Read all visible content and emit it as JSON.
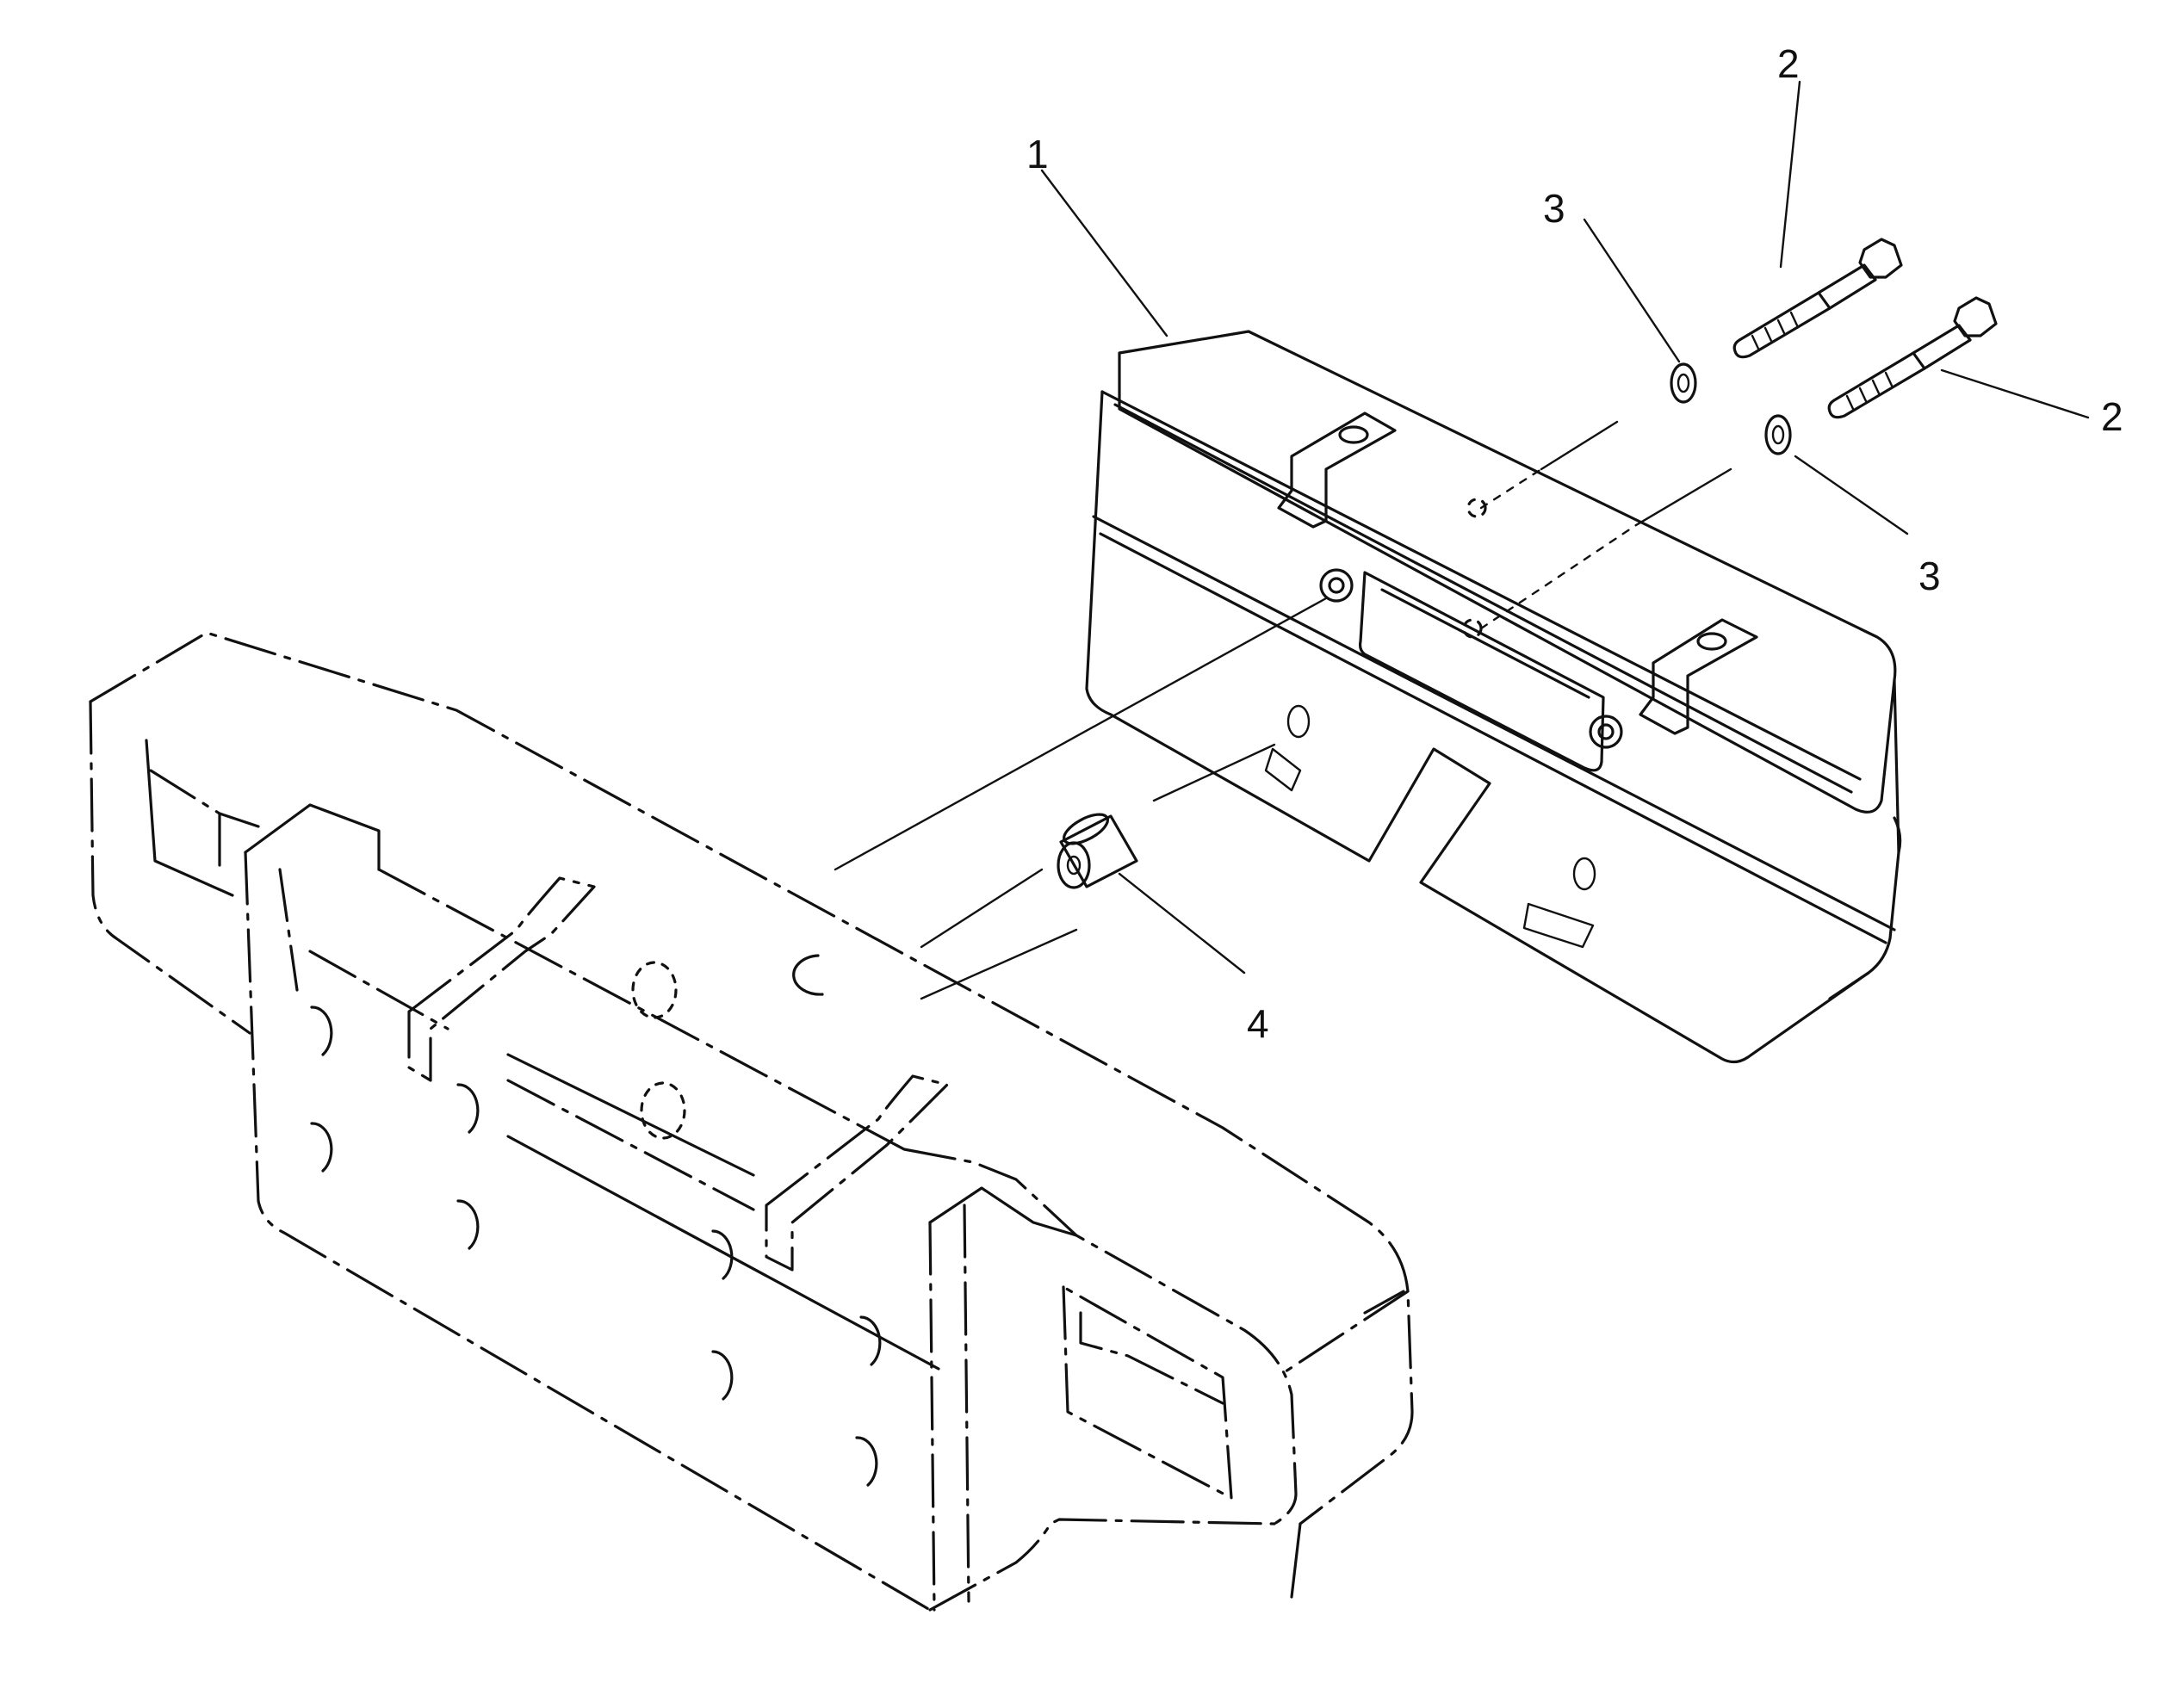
{
  "diagram": {
    "callouts": [
      {
        "label": "1"
      },
      {
        "label": "2"
      },
      {
        "label": "2"
      },
      {
        "label": "3"
      },
      {
        "label": "3"
      },
      {
        "label": "4"
      }
    ]
  }
}
